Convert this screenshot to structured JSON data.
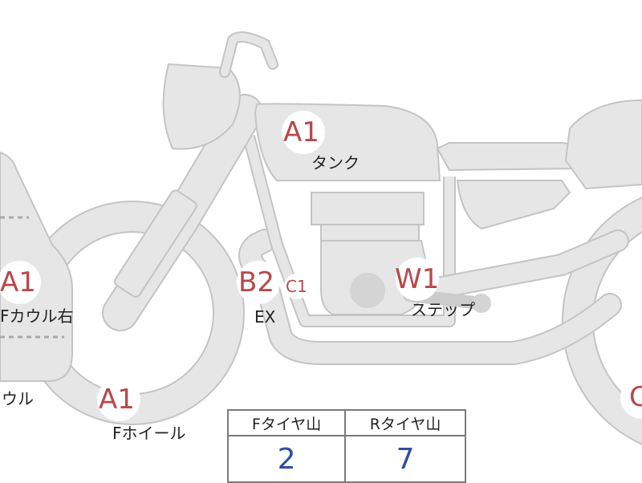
{
  "damage_codes": {
    "tank": "A1",
    "front_cowl_right": "A1",
    "front_wheel": "A1",
    "exhaust": "B2",
    "exhaust_sub": "C1",
    "step": "W1",
    "rear_cut": "C"
  },
  "part_labels": {
    "tank": "タンク",
    "front_cowl_right": "Fカウル右",
    "cowl_cut": "ウル",
    "front_wheel": "Fホイール",
    "exhaust": "EX",
    "step": "ステップ"
  },
  "tire_table": {
    "front_header": "Fタイヤ山",
    "rear_header": "Rタイヤ山",
    "front_value": "2",
    "rear_value": "7"
  },
  "colors": {
    "body_fill": "#e6e6e6",
    "outline": "#c4c4c4",
    "code_red": "#b8484a",
    "value_blue": "#2e4f9e"
  }
}
